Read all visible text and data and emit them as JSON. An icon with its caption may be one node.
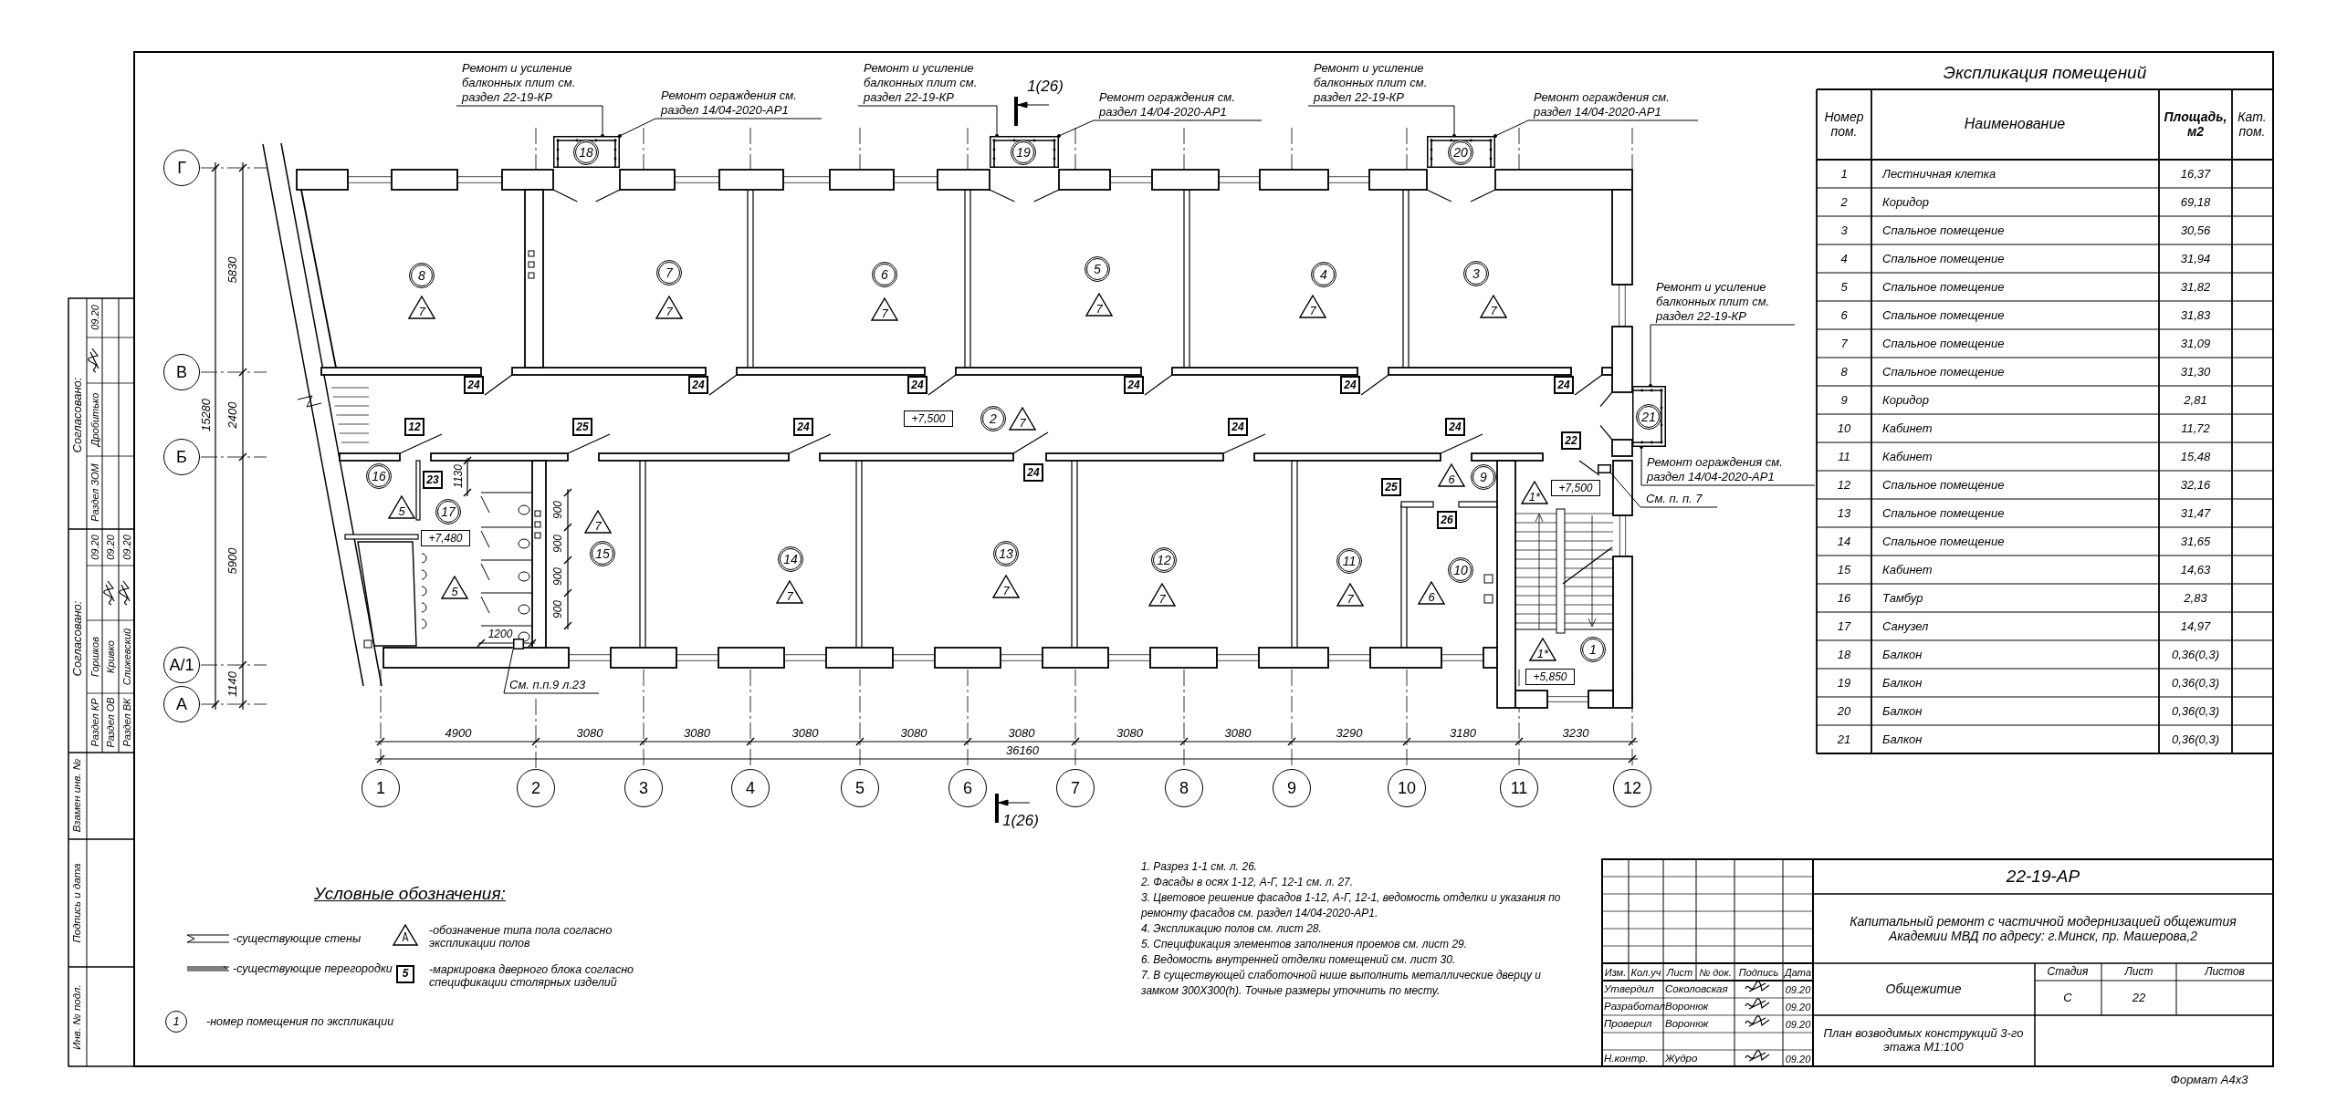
{
  "diagram": {
    "nodes": [
      {
        "text": [
          "Ремонт и усиление балконных плит см. раздел 22-19-КР"
        ]
      },
      {
        "text": [
          "Ремонт ограждения см. раздел 14/04-2020-АР1"
        ]
      },
      {
        "text": [],
        "shape": "box"
      },
      {
        "text": [
          "18"
        ],
        "in": 2
      },
      {
        "text": [
          "Ремонт и усиление балконных плит см. раздел 22-19-КР"
        ]
      },
      {
        "text": [
          "Ремонт ограждения см. раздел 14/04-2020-АР1"
        ]
      },
      {
        "text": [],
        "shape": "box"
      },
      {
        "text": [
          "19"
        ],
        "in": 6
      },
      {
        "text": [
          "Ремонт и усиление балконных плит см. раздел 22-19-КР"
        ]
      },
      {
        "text": [
          "Ремонт ограждения см. раздел 14/04-2020-АР1"
        ]
      },
      {
        "text": [],
        "shape": "box"
      },
      {
        "text": [
          "20"
        ],
        "in": 10
      },
      {
        "text": [
          "Ремонт и усиление балконных плит см. раздел 22-19-КР"
        ]
      },
      {
        "text": [],
        "shape": "box"
      },
      {
        "text": [
          "21"
        ],
        "in": 13
      },
      {
        "text": [
          "Ремонт ограждения см. раздел 14/04-2020-АР1"
        ]
      },
      {
        "text": [
          "См. п. п. 7"
        ]
      },
      {
        "text": [],
        "shape": "box"
      },
      {
        "text": [
          "См. п.п.9 л.23"
        ]
      },
      {
        "text": [],
        "shape": "box"
      },
      {
        "text": [
          "Г"
        ]
      },
      {
        "text": [
          "В"
        ]
      },
      {
        "text": [
          "Б"
        ]
      },
      {
        "text": [
          "А/1"
        ]
      },
      {
        "text": [
          "А"
        ]
      },
      {
        "text": [
          "8"
        ]
      },
      {
        "text": [
          "7"
        ]
      },
      {
        "text": [
          "7"
        ]
      },
      {
        "text": [
          "7"
        ]
      },
      {
        "text": [
          "6"
        ]
      },
      {
        "text": [
          "7"
        ]
      },
      {
        "text": [
          "5"
        ]
      },
      {
        "text": [
          "7"
        ]
      },
      {
        "text": [
          "4"
        ]
      },
      {
        "text": [
          "7"
        ]
      },
      {
        "text": [
          "3"
        ]
      },
      {
        "text": [
          "7"
        ]
      },
      {
        "text": [
          "24"
        ]
      },
      {
        "text": [
          "24"
        ]
      },
      {
        "text": [
          "24"
        ]
      },
      {
        "text": [
          "24"
        ]
      },
      {
        "text": [
          "24"
        ]
      },
      {
        "text": [
          "24"
        ]
      },
      {
        "text": [
          "+7,500"
        ]
      },
      {
        "text": [
          "2"
        ]
      },
      {
        "text": [
          "7"
        ]
      },
      {
        "text": [
          "12"
        ]
      },
      {
        "text": [
          "25"
        ]
      },
      {
        "text": [
          "24"
        ]
      },
      {
        "text": [
          "24"
        ]
      },
      {
        "text": [
          "24"
        ]
      },
      {
        "text": [
          "24"
        ]
      },
      {
        "text": [
          "22"
        ]
      },
      {
        "text": [
          "25"
        ]
      },
      {
        "text": [
          "26"
        ]
      },
      {
        "text": [
          "16"
        ]
      },
      {
        "text": [
          "5"
        ]
      },
      {
        "text": [
          "23"
        ]
      },
      {
        "text": [
          "17"
        ]
      },
      {
        "text": [
          "+7,480"
        ]
      },
      {
        "text": [
          "5"
        ]
      },
      {
        "text": [
          "7"
        ]
      },
      {
        "text": [
          "15"
        ]
      },
      {
        "text": [
          "14"
        ]
      },
      {
        "text": [
          "7"
        ]
      },
      {
        "text": [
          "13"
        ]
      },
      {
        "text": [
          "7"
        ]
      },
      {
        "text": [
          "12"
        ]
      },
      {
        "text": [
          "7"
        ]
      },
      {
        "text": [
          "11"
        ]
      },
      {
        "text": [
          "7"
        ]
      },
      {
        "text": [
          "6"
        ]
      },
      {
        "text": [
          "9"
        ]
      },
      {
        "text": [
          "1*"
        ]
      },
      {
        "text": [
          "+7,500"
        ]
      },
      {
        "text": [
          "10"
        ]
      },
      {
        "text": [
          "6"
        ]
      },
      {
        "text": [
          "1*"
        ]
      },
      {
        "text": [
          "1"
        ]
      },
      {
        "text": [
          "+5,850"
        ]
      },
      {
        "text": [
          "1"
        ]
      },
      {
        "text": [
          "2"
        ]
      },
      {
        "text": [
          "3"
        ]
      },
      {
        "text": [
          "4"
        ]
      },
      {
        "text": [
          "5"
        ]
      },
      {
        "text": [
          "6"
        ]
      },
      {
        "text": [
          "7"
        ]
      },
      {
        "text": [
          "8"
        ]
      },
      {
        "text": [
          "9"
        ]
      },
      {
        "text": [
          "10"
        ]
      },
      {
        "text": [
          "11"
        ]
      },
      {
        "text": [
          "12"
        ]
      }
    ],
    "edges": [
      {
        "from": 0,
        "to": 2,
        "arrow": "other"
      },
      {
        "from": 1,
        "to": 2,
        "arrow": "other"
      },
      {
        "from": 4,
        "to": 6,
        "arrow": "other"
      },
      {
        "from": 5,
        "to": 6,
        "arrow": "other"
      },
      {
        "from": 8,
        "to": 10,
        "arrow": "other"
      },
      {
        "from": 9,
        "to": 10,
        "arrow": "other"
      },
      {
        "from": 12,
        "to": 13,
        "arrow": "other"
      },
      {
        "from": 15,
        "to": 13,
        "arrow": "other"
      },
      {
        "from": 16,
        "to": 17,
        "arrow": "none"
      },
      {
        "from": 18,
        "to": 19,
        "arrow": "none"
      }
    ],
    "labels": [
      "Экспликация помещений",
      "Номер пом.",
      "Наименование",
      "Площадь, м2",
      "Кат. пом.",
      "1",
      "Лестничная клетка",
      "16,37",
      "2",
      "Коридор",
      "69,18",
      "3",
      "Спальное помещение",
      "30,56",
      "4",
      "Спальное помещение",
      "31,94",
      "5",
      "Спальное помещение",
      "31,82",
      "6",
      "Спальное помещение",
      "31,83",
      "7",
      "Спальное помещение",
      "31,09",
      "8",
      "Спальное помещение",
      "31,30",
      "9",
      "Коридор",
      "2,81",
      "10",
      "Кабинет",
      "11,72",
      "11",
      "Кабинет",
      "15,48",
      "12",
      "Спальное помещение",
      "32,16",
      "13",
      "Спальное помещение",
      "31,47",
      "14",
      "Спальное помещение",
      "31,65",
      "15",
      "Кабинет",
      "14,63",
      "16",
      "Тамбур",
      "2,83",
      "17",
      "Санузел",
      "14,97",
      "18",
      "Балкон",
      "0,36(0,3)",
      "19",
      "Балкон",
      "0,36(0,3)",
      "20",
      "Балкон",
      "0,36(0,3)",
      "21",
      "Балкон",
      "0,36(0,3)",
      "1(26)",
      "5830",
      "2400",
      "5900",
      "1140",
      "15280",
      "1130",
      "900",
      "900",
      "900",
      "900",
      "1200",
      "4900",
      "3080",
      "3080",
      "3080",
      "3080",
      "3080",
      "3080",
      "3080",
      "3290",
      "3180",
      "3230",
      "36160",
      "1(26)",
      "Условные обозначения:",
      "1",
      "5",
      "1. Разрез 1-1 см. л. 26.",
      "2. Фасады в осях 1-12, А-Г, 12-1 см. л. 27.",
      "3. Цветовое решение фасадов 1-12, А-Г, 12-1, ведомость отделки и указания по ремонту фасадов см. раздел 14/04-2020-АР1.",
      "4. Экспликацию полов см. лист 28.",
      "5. Спецификация элементов заполнения проемов см. лист 29.",
      "6. Ведомость внутренней отделки помещений см. лист 30.",
      "7. В существующей слаботочной нише выполнить металлические дверцу и замком 300Х300(h). Точные размеры уточнить по месту.",
      "Изм.",
      "Кол.уч",
      "Лист",
      "№ док.",
      "Подпись",
      "Дата",
      "Утвердил",
      "Соколовская",
      "09.20",
      "Разработал",
      "Воронюк",
      "09.20",
      "Проверил",
      "Воронюк",
      "09.20",
      "Н.контр.",
      "Жудро",
      "09.20",
      "22-19-АР",
      "Капитальный ремонт с частичной модернизацией общежития Академии МВД по адресу: г.Минск, пр. Машерова,2",
      "Общежитие",
      "Стадия",
      "Лист",
      "Листов",
      "С",
      "22",
      "План возводимых конструкций 3-го этажа М1:100",
      "Формат А4х3",
      "Согласовано:",
      "Раздел ЗОМ",
      "Дробитько",
      "09.20",
      "Согласовано:",
      "Раздел КР",
      "Горшков",
      "09.20",
      "Раздел ОВ",
      "Кривко",
      "09.20",
      "Раздел ВК",
      "Слижевский",
      "09.20",
      "Взамен инв. №",
      "Подпись и дата",
      "Инв. № подл."
    ],
    "legend": [
      {
        "text": "-существующие стены"
      },
      {
        "text": "-обозначение типа пола согласно экспликации полов"
      },
      {
        "text": "-существующие перегородки"
      },
      {
        "text": "-маркировка дверного блока согласно спецификации столярных изделий"
      },
      {
        "text": "-номер помещения по экспликации"
      }
    ]
  }
}
